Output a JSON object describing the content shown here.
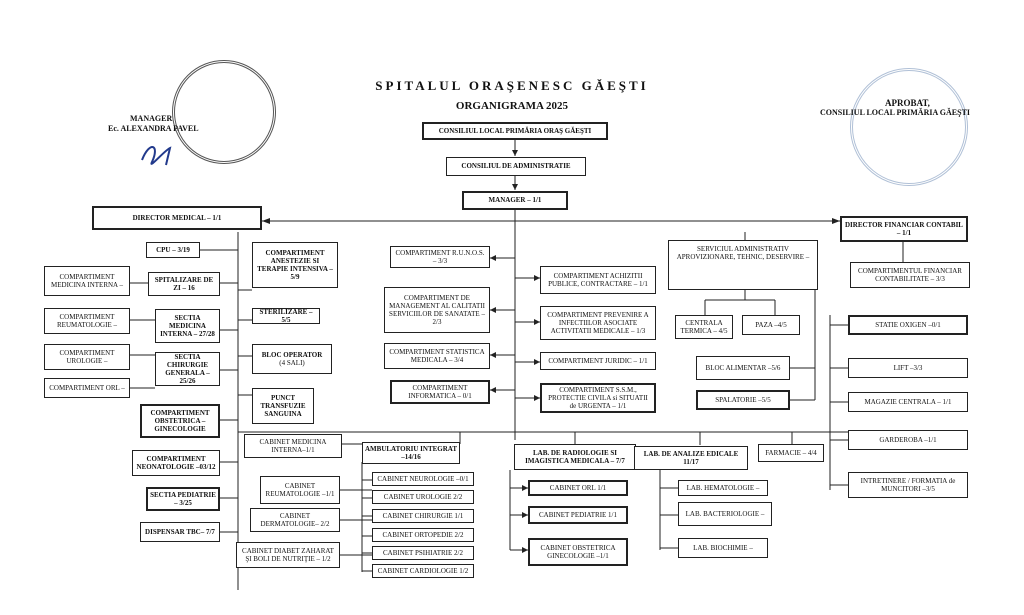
{
  "header": {
    "title": "SPITALUL ORAŞENESC GĂEŞTI",
    "subtitle": "ORGANIGRAMA 2025",
    "manager_role": "MANAGER",
    "manager_name": "Ec. ALEXANDRA PAVEL",
    "approved": "APROBAT,",
    "approved_by": "CONSILIUL LOCAL PRIMĂRIA GĂEŞTI"
  },
  "top": {
    "consiliul_local": "CONSILIUL LOCAL PRIMĂRIA ORAŞ GĂEŞTI",
    "consiliul_admin": "CONSILIUL DE ADMINISTRATIE",
    "manager": "MANAGER – 1/1",
    "director_medical": "DIRECTOR MEDICAL – 1/1",
    "director_financiar": "DIRECTOR FINANCIAR CONTABIL – 1/1"
  },
  "left": {
    "cpu": "CPU – 3/19",
    "spitalizare": "SPITALIZARE DE ZI – 16",
    "sectia_interna": "SECTIA MEDICINA INTERNA – 27/28",
    "sectia_chirurgie": "SECTIA CHIRURGIE GENERALA – 25/26",
    "comp_medicina_interna": "COMPARTIMENT MEDICINA INTERNA –",
    "comp_reumatologie": "COMPARTIMENT REUMATOLOGIE –",
    "comp_urologie": "COMPARTIMENT UROLOGIE –",
    "comp_orl": "COMPARTIMENT ORL –",
    "comp_obstetrica": "COMPARTIMENT OBSTETRICA – GINECOLOGIE",
    "comp_neonatologie": "COMPARTIMENT NEONATOLOGIE –03/12",
    "sectia_pediatrie": "SECTIA PEDIATRIE – 3/25",
    "dispensar": "DISPENSAR TBC– 7/7"
  },
  "center_left": {
    "ati": "COMPARTIMENT ANESTEZIE SI TERAPIE INTENSIVA – 5/9",
    "sterilizare": "STERILIZARE – 5/5",
    "bloc_operator": "BLOC OPERATOR",
    "bloc_sali": "(4 SALI)",
    "punct_transfuzie": "PUNCT TRANSFUZIE SANGUINA"
  },
  "center": {
    "runos": "COMPARTIMENT R.U.N.O.S. – 3/3",
    "management": "COMPARTIMENT DE MANAGEMENT AL CALITATII SERVICIILOR DE SANATATE – 2/3",
    "statistica": "COMPARTIMENT STATISTICA MEDICALA – 3/4",
    "informatica": "COMPARTIMENT INFORMATICA – 0/1",
    "achizitii": "COMPARTIMENT ACHIZITII PUBLICE, CONTRACTARE – 1/1",
    "infectii": "COMPARTIMENT PREVENIRE A INFECTIILOR ASOCIATE ACTIVITATII MEDICALE – 1/3",
    "juridic": "COMPARTIMENT JURIDIC – 1/1",
    "ssm": "COMPARTIMENT S.S.M., PROTECTIE CIVILA si SITUATII de URGENTA – 1/1"
  },
  "admin": {
    "serviciul": "SERVICIUL ADMINISTRATIV APROVIZIONARE, TEHNIC, DESERVIRE –",
    "centrala": "CENTRALA TERMICA – 4/5",
    "paza": "PAZA –4/5",
    "bloc_alimentar": "BLOC ALIMENTAR –5/6",
    "spalatorie": "SPALATORIE –5/5"
  },
  "right": {
    "comp_financiar": "COMPARTIMENTUL FINANCIAR CONTABILITATE – 3/3",
    "oxigen": "STATIE OXIGEN –0/1",
    "lift": "LIFT –3/3",
    "magazie": "MAGAZIE CENTRALA – 1/1",
    "garderoba": "GARDEROBA –1/1",
    "intretinere": "INTRETINERE / FORMATIA de MUNCITORI –3/5"
  },
  "bottom": {
    "cab_medicina_interna": "CABINET MEDICINA INTERNA–1/1",
    "ambulatoriu": "AMBULATORIU INTEGRAT –14/16",
    "cab_reumatologie": "CABINET REUMATOLOGIE –1/1",
    "cab_dermatologie": "CABINET DERMATOLOGIE– 2/2",
    "cab_diabet": "CABINET DIABET ZAHARAT ŞI BOLI DE NUTRIŢIE – 1/2",
    "cab_neurologie": "CABINET NEUROLOGIE –0/1",
    "cab_urologie": "CABINET UROLOGIE 2/2",
    "cab_chirurgie": "CABINET CHIRURGIE 1/1",
    "cab_ortopedie": "CABINET ORTOPEDIE 2/2",
    "cab_psihiatrie": "CABINET PSIHIATRIE 2/2",
    "cab_cardiologie": "CABINET CARDIOLOGIE 1/2",
    "lab_radiologie": "LAB. DE RADIOLOGIE SI IMAGISTICA MEDICALA – 7/7",
    "cab_orl": "CABINET ORL 1/1",
    "cab_pediatrie": "CABINET PEDIATRIE 1/1",
    "cab_obstetrica": "CABINET OBSTETRICA GINECOLOGIE –1/1",
    "lab_analize": "LAB. DE ANALIZE EDICALE 11/17",
    "lab_hematologie": "LAB. HEMATOLOGIE –",
    "lab_bacteriologie": "LAB. BACTERIOLOGIE –",
    "lab_biochimie": "LAB. BIOCHIMIE –",
    "farmacie": "FARMACIE – 4/4"
  }
}
